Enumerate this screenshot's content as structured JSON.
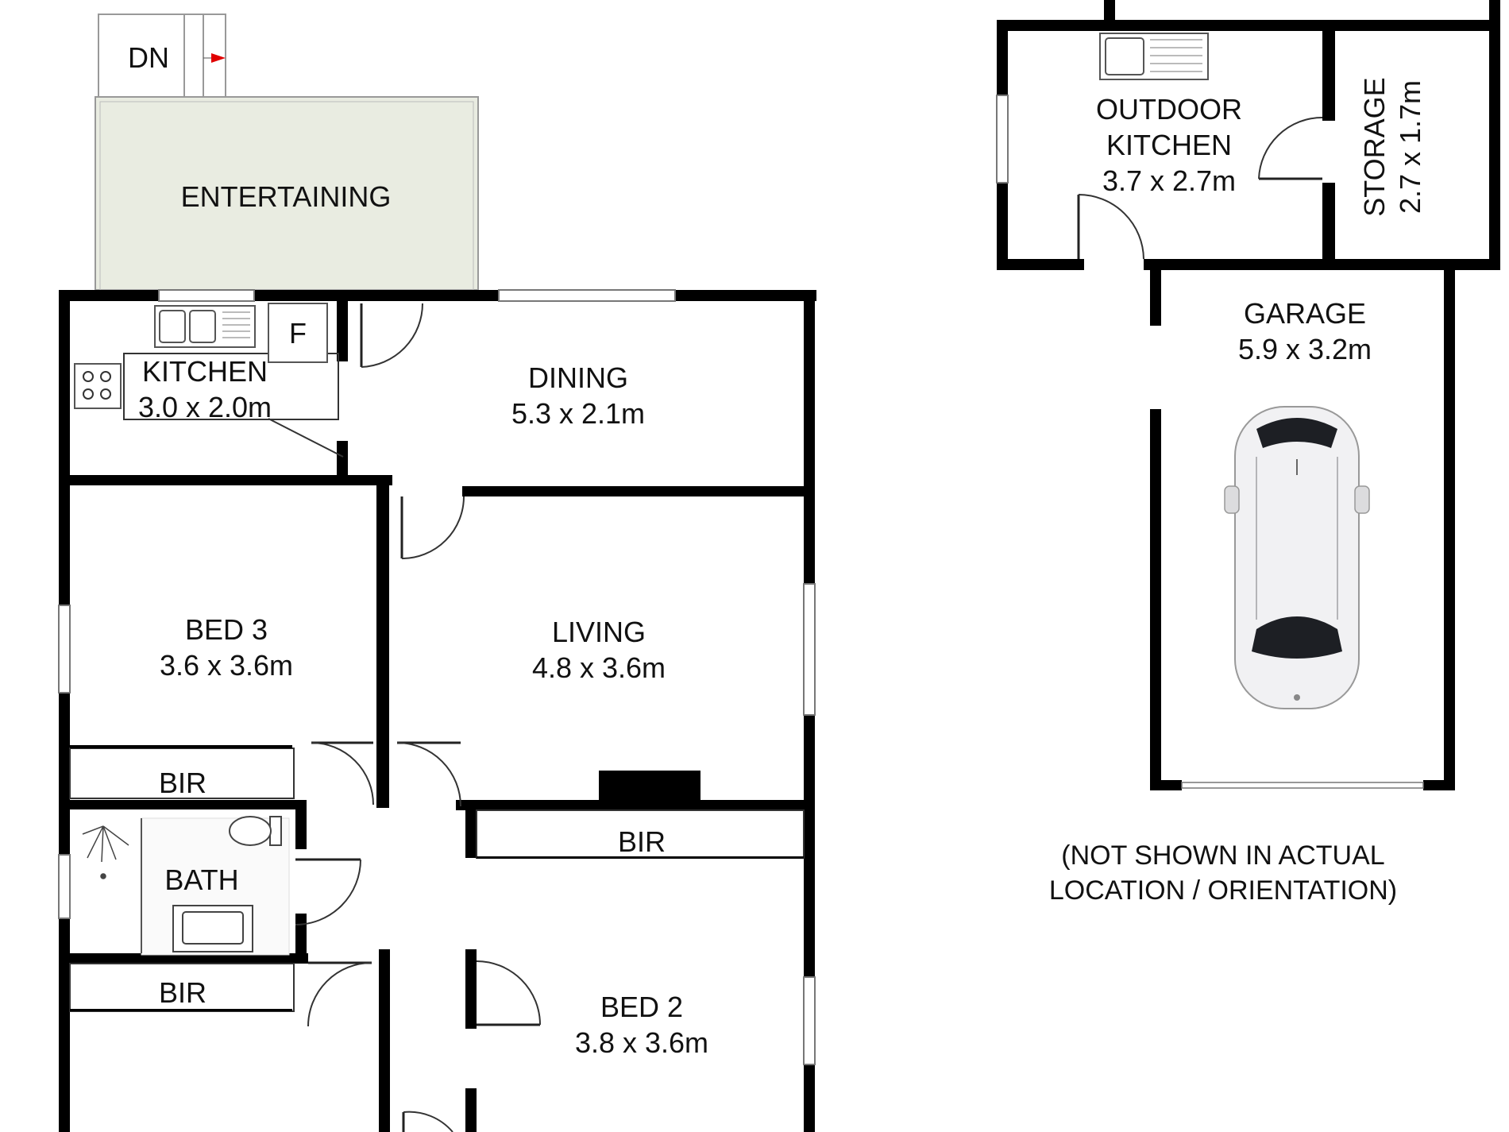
{
  "colors": {
    "wall": "#000000",
    "entertaining_fill": "#e9ece1",
    "stair_arrow": "#e00000",
    "car_body": "#f1f1f3",
    "car_glass": "#1d1f24"
  },
  "stairs": {
    "label": "DN"
  },
  "rooms": {
    "entertaining": {
      "name": "ENTERTAINING"
    },
    "kitchen": {
      "name": "KITCHEN",
      "size": "3.0 x 2.0m",
      "fridge": "F"
    },
    "dining": {
      "name": "DINING",
      "size": "5.3 x 2.1m"
    },
    "bed3": {
      "name": "BED 3",
      "size": "3.6 x 3.6m"
    },
    "living": {
      "name": "LIVING",
      "size": "4.8 x 3.6m"
    },
    "bir_bed3": {
      "name": "BIR"
    },
    "bath": {
      "name": "BATH"
    },
    "bir_bed2": {
      "name": "BIR"
    },
    "bir_lower": {
      "name": "BIR"
    },
    "bed2": {
      "name": "BED 2",
      "size": "3.8 x 3.6m"
    },
    "outdoor_kitchen": {
      "name_line1": "OUTDOOR",
      "name_line2": "KITCHEN",
      "size": "3.7 x 2.7m"
    },
    "storage": {
      "name": "STORAGE",
      "size": "2.7 x 1.7m"
    },
    "garage": {
      "name": "GARAGE",
      "size": "5.9 x 3.2m"
    }
  },
  "note": {
    "line1": "(NOT SHOWN IN ACTUAL",
    "line2": "LOCATION / ORIENTATION)"
  }
}
